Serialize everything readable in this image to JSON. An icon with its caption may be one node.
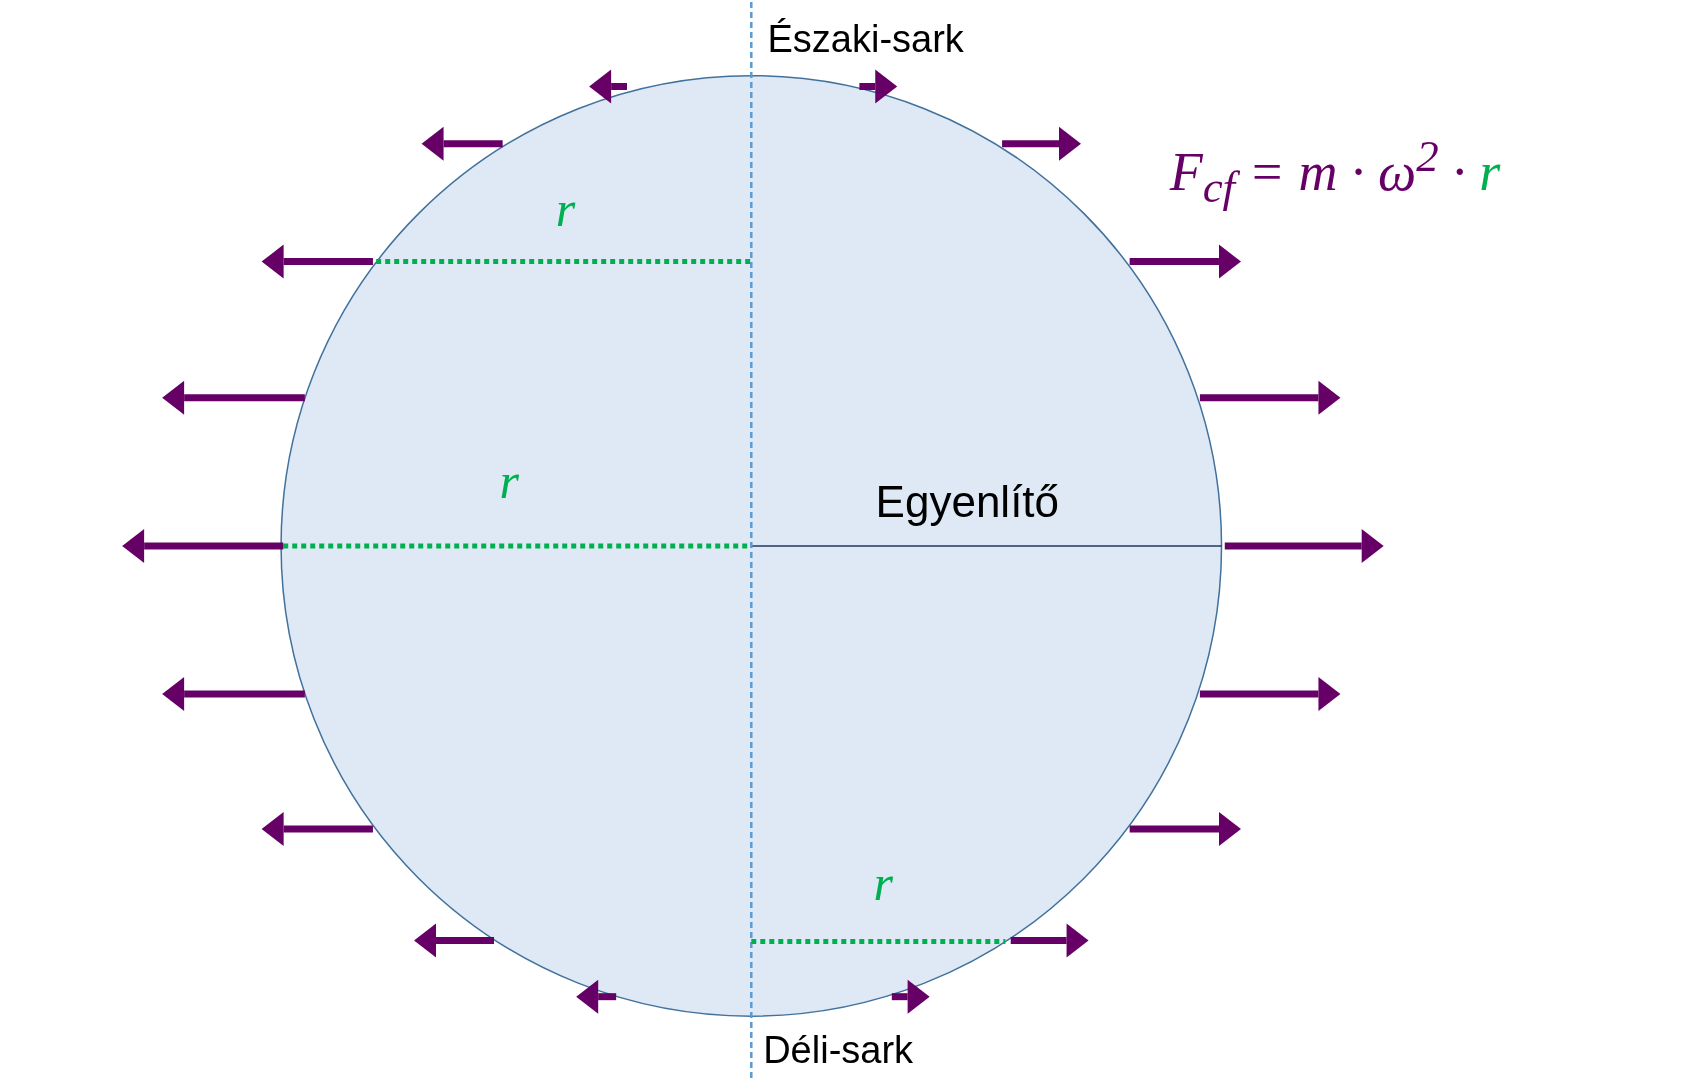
{
  "diagram": {
    "labels": [
      "Északi-sark",
      "F$_{cf}$ = m · ω$^{2}$ · r",
      "r",
      "r",
      "Egyenlítő",
      "r",
      "Déli-sark"
    ]
  }
}
